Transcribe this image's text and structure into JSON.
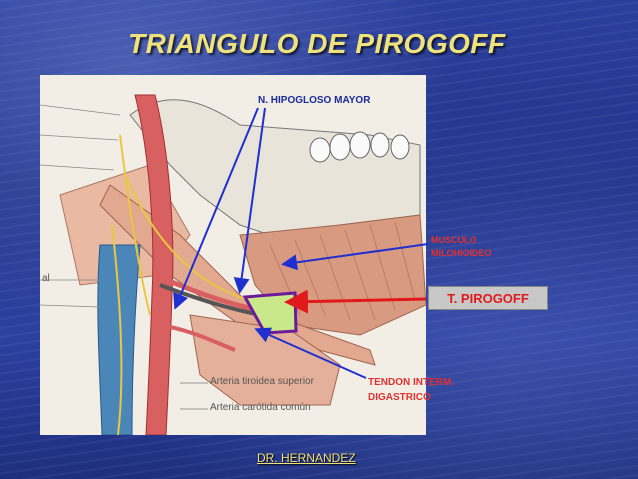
{
  "slide": {
    "title": "TRIANGULO  DE PIROGOFF",
    "footer": "DR. HERNANDEZ"
  },
  "labels": {
    "hipogloso": "N. HIPOGLOSO MAYOR",
    "musculo_line1": "MUSCULO",
    "musculo_line2": "MILOHIOIDEO",
    "pirogoff": "T. PIROGOFF",
    "tendon_line1": "TENDON INTERM.",
    "tendon_line2": "DIGASTRICO"
  },
  "figure": {
    "caption_1": "Arteria tiroidea superior",
    "caption_2": "Arteria carótida común",
    "edge_label": "al"
  },
  "colors": {
    "title": "#f0e27a",
    "blue_arrow": "#1f2fd0",
    "red_arrow": "#e01a1a",
    "triangle_outline": "#6a1a9a",
    "triangle_fill": "#c9e88a"
  }
}
